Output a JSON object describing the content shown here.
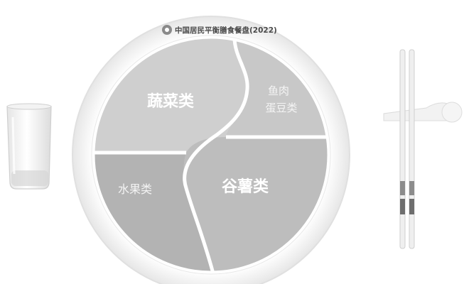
{
  "plate": {
    "title": "中国居民平衡膳食餐盘(2022)",
    "sections": {
      "vegetables": "蔬菜类",
      "protein_line1": "鱼肉",
      "protein_line2": "蛋豆类",
      "fruits": "水果类",
      "grains": "谷薯类"
    }
  },
  "colors": {
    "plate_rim": "#f2f2f2",
    "plate_edge": "#d9d9d9",
    "section_light": "#cfcfcf",
    "section_medium": "#c6c6c6",
    "section_dark": "#b2b2b2",
    "divider": "#ffffff",
    "text_light": "#ffffff",
    "text_dark": "#f7f7f7"
  }
}
